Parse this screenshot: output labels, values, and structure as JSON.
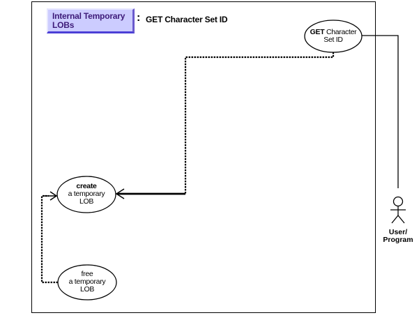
{
  "header": {
    "package_label": "Internal Temporary LOBs",
    "package_line1": "Internal Temporary",
    "package_line2": "LOBs",
    "separator": ":",
    "title": "GET Character Set ID",
    "package_fill_color": "#ccccff",
    "package_text_color": "#3d1a78"
  },
  "use_cases": [
    {
      "id": "get-charset-id",
      "line1_bold": "GET",
      "line1_rest": " Character",
      "line2": "Set ID",
      "line3": ""
    },
    {
      "id": "create-temporary-lob",
      "line1_bold": "create",
      "line1_rest": "",
      "line2": "a temporary",
      "line3": "LOB"
    },
    {
      "id": "free-temporary-lob",
      "line1_bold": "",
      "line1_rest": "free",
      "line2": "a temporary",
      "line3": "LOB"
    }
  ],
  "actor": {
    "line1": "User/",
    "line2": "Program",
    "icon": "stick-figure-icon"
  },
  "relationships": [
    {
      "from": "user-program",
      "to": "get-charset-id",
      "style": "solid association"
    },
    {
      "from": "get-charset-id",
      "to": "create-temporary-lob",
      "style": "dotted then solid with open arrow"
    },
    {
      "from": "free-temporary-lob",
      "to": "create-temporary-lob",
      "style": "dotted with open arrow"
    }
  ]
}
